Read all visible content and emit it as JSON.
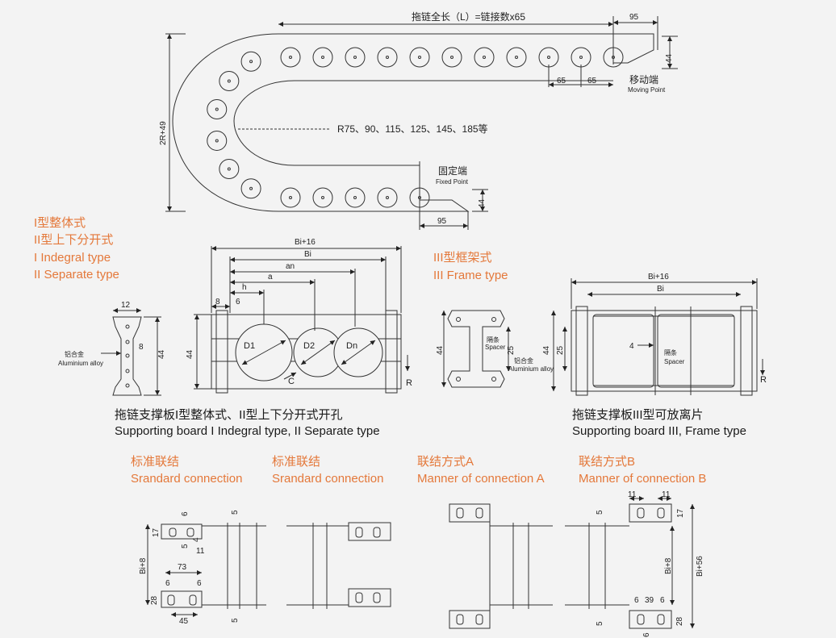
{
  "top": {
    "length_formula": "拖链全长（L）=链接数x65",
    "dim_95_top": "95",
    "dim_44_top": "44",
    "dim_65a": "65",
    "dim_65b": "65",
    "moving_cn": "移动端",
    "moving_en": "Moving Point",
    "height_2r": "2R+49",
    "radius_list": "R75、90、115、125、145、185等",
    "fixed_cn": "固定端",
    "fixed_en": "Fixed Point",
    "dim_44_bottom": "44",
    "dim_95_bottom": "95"
  },
  "type_labels": {
    "t1_cn": "I型整体式",
    "t2_cn": "II型上下分开式",
    "t1_en": "I Indegral type",
    "t2_en": "II Separate type",
    "t3_cn": "III型框架式",
    "t3_en": "III Frame type"
  },
  "board12": {
    "bi16": "Bi+16",
    "bi": "Bi",
    "an": "an",
    "a": "a",
    "h": "h",
    "d8": "8",
    "d6": "6",
    "d12": "12",
    "d8b": "8",
    "d44a": "44",
    "d44b": "44",
    "al_cn": "铝合金",
    "al_en": "Aluminium alloy",
    "d1": "D1",
    "d2": "D2",
    "dn": "Dn",
    "c": "C",
    "r": "R"
  },
  "board3": {
    "bi16": "Bi+16",
    "bi": "Bi",
    "d44a": "44",
    "d25a": "25",
    "d44b": "44",
    "d25b": "25",
    "spacer_cn": "隔条",
    "spacer_en": "Spacer",
    "spacer_cn2": "隔条",
    "spacer_en2": "Spacer",
    "al_cn": "铝合金",
    "al_en": "Aluminium alloy",
    "d4": "4",
    "r": "R"
  },
  "captions": {
    "c12_cn": "拖链支撑板I型整体式、II型上下分开式开孔",
    "c12_en": "Supporting board I Indegral type, II Separate type",
    "c3_cn": "拖链支撑板III型可放离片",
    "c3_en": "Supporting board III, Frame type"
  },
  "connections": {
    "std1_cn": "标准联结",
    "std1_en": "Srandard connection",
    "std2_cn": "标准联结",
    "std2_en": "Srandard connection",
    "a_cn": "联结方式A",
    "a_en": "Manner of connection A",
    "b_cn": "联结方式B",
    "b_en": "Manner of connection B"
  },
  "conn_dims": {
    "s6a": "6",
    "s4": "4",
    "s5a": "5",
    "s5b": "5",
    "s11": "11",
    "s17": "17",
    "sbi8": "Bi+8",
    "s73": "73",
    "s6b": "6",
    "s6c": "6",
    "s28": "28",
    "s45": "45",
    "s5c": "5",
    "a5a": "5",
    "a5b": "5",
    "b11a": "11",
    "b11b": "11",
    "b17": "17",
    "bbi8": "Bi+8",
    "bbi56": "Bi+56",
    "b6a": "6",
    "b39": "39",
    "b6b": "6",
    "b28": "28",
    "b6c": "6"
  }
}
